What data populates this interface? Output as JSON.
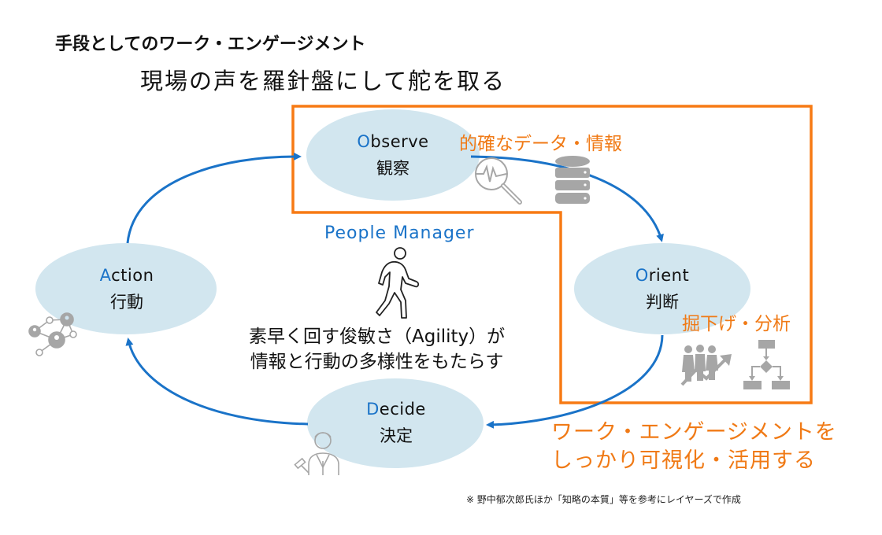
{
  "header": {
    "title": "手段としてのワーク・エンゲージメント",
    "subtitle": "現場の声を羅針盤にして舵を取る"
  },
  "cycle": {
    "nodes": [
      {
        "id": "observe",
        "initial": "O",
        "rest": "bserve",
        "jp": "観察"
      },
      {
        "id": "orient",
        "initial": "O",
        "rest": "rient",
        "jp": "判断"
      },
      {
        "id": "decide",
        "initial": "D",
        "rest": "ecide",
        "jp": "決定"
      },
      {
        "id": "action",
        "initial": "A",
        "rest": "ction",
        "jp": "行動"
      }
    ],
    "arrow_order": [
      "action→observe",
      "observe→orient",
      "orient→decide",
      "decide→action"
    ]
  },
  "annotations": {
    "observe_note": "的確なデータ・情報",
    "orient_note": "掘下げ・分析",
    "highlight_line1": "ワーク・エンゲージメントを",
    "highlight_line2": "しっかり可視化・活用する"
  },
  "center": {
    "title": "People Manager",
    "line1": "素早く回す俊敏さ（Agility）が",
    "line2": "情報と行動の多様性をもたらす"
  },
  "icons": {
    "observe": [
      "magnifier-pulse-icon",
      "database-icon"
    ],
    "orient": [
      "people-growth-icon",
      "flowchart-icon"
    ],
    "decide": [
      "judge-person-icon"
    ],
    "action": [
      "network-people-icon"
    ],
    "center": [
      "walking-person-icon"
    ]
  },
  "colors": {
    "accent_blue": "#1a73c8",
    "highlight_orange": "#f07a16",
    "node_fill": "#d2e6ef",
    "icon_gray": "#a6a6a6"
  },
  "footnote": "※ 野中郁次郎氏ほか「知略の本質」等を参考にレイヤーズで作成"
}
